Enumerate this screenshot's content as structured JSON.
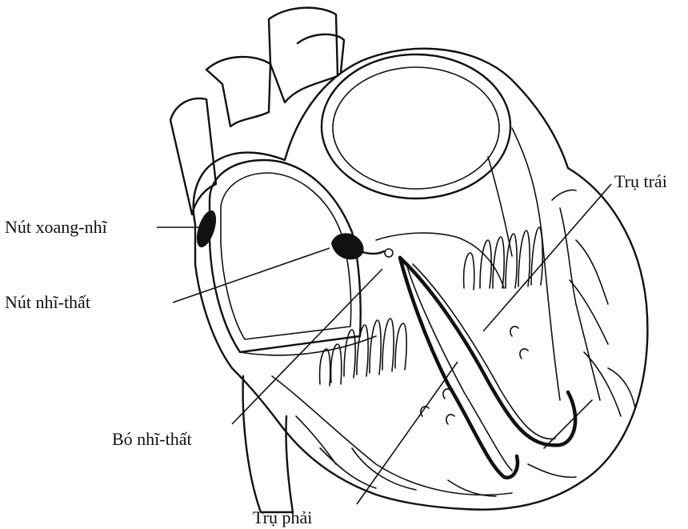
{
  "labels": {
    "sa_node": "Nút xoang-nhĩ",
    "av_node": "Nút nhĩ-thất",
    "his_bundle": "Bó nhĩ-thất",
    "left_branch": "Trụ trái",
    "right_branch": "Trụ phải"
  }
}
